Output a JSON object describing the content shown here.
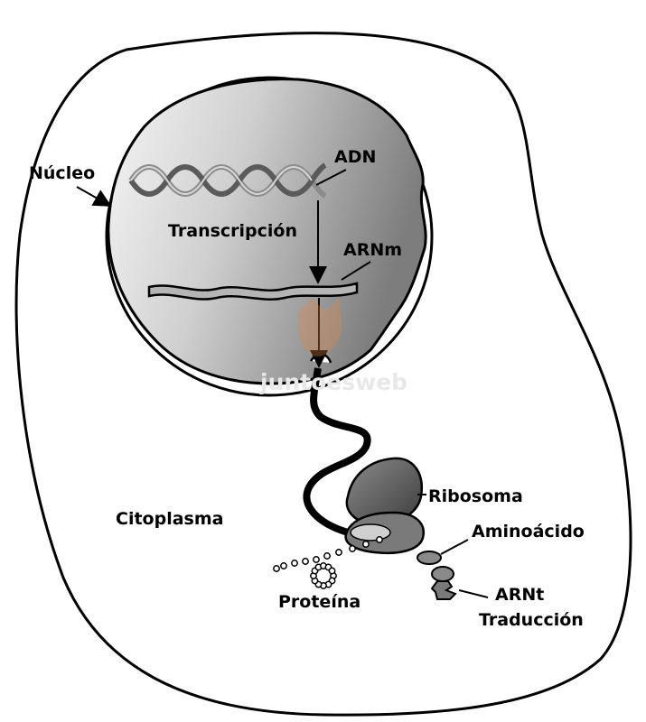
{
  "labels": {
    "nucleus": "Núcleo",
    "dna": "ADN",
    "transcription": "Transcripción",
    "mrna": "ARNm",
    "cytoplasm": "Citoplasma",
    "ribosome": "Ribosoma",
    "amino_acid": "Aminoácido",
    "trna": "ARNt",
    "translation": "Traducción",
    "protein": "Proteína"
  },
  "watermark": "juntoesweb",
  "colors": {
    "outline": "#000000",
    "nucleus_light": "#f4f4f4",
    "nucleus_dark": "#8a8a8a",
    "ribosome": "#6a6a6a",
    "mrna_fill": "#b5b5b5",
    "dna_strand": "#9a9a9a"
  }
}
